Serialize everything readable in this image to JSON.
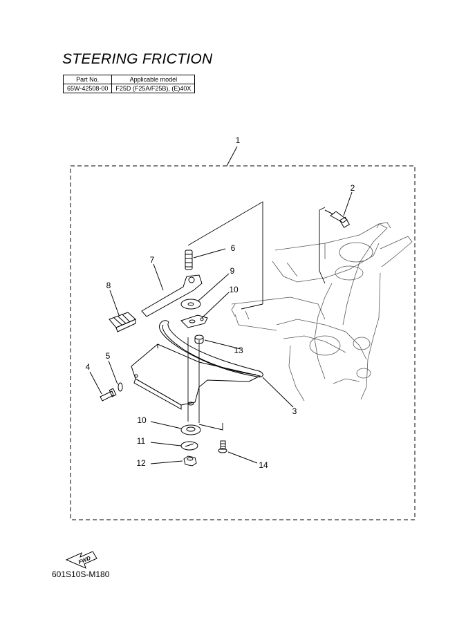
{
  "title": "STEERING FRICTION",
  "table": {
    "headers": [
      "Part No.",
      "Applicable model"
    ],
    "rows": [
      [
        "65W-42508-00",
        "F25D (F25A/F25B), (E)40X"
      ]
    ]
  },
  "callouts": [
    "1",
    "2",
    "3",
    "4",
    "5",
    "6",
    "7",
    "8",
    "9",
    "10",
    "10",
    "11",
    "12",
    "13",
    "14"
  ],
  "fwd_label": "FWD",
  "diagram_code": "601S10S-M180",
  "colors": {
    "line": "#000000",
    "background": "#ffffff"
  }
}
